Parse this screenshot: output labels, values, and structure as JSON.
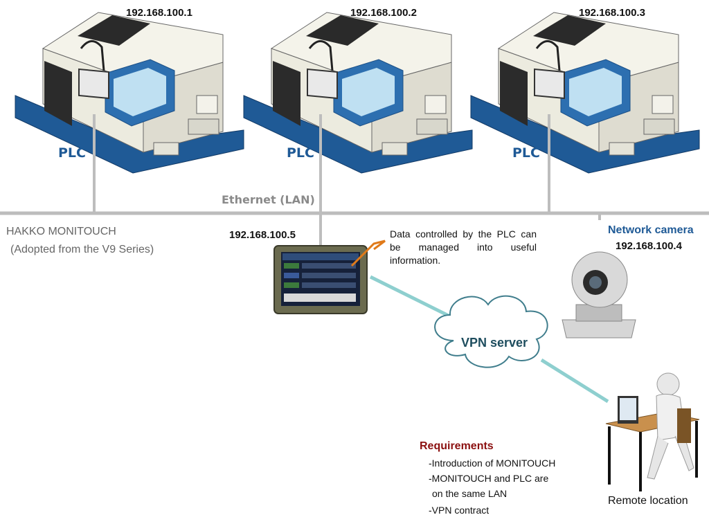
{
  "machines": [
    {
      "ip": "192.168.100.1",
      "tag": "PLC"
    },
    {
      "ip": "192.168.100.2",
      "tag": "PLC"
    },
    {
      "ip": "192.168.100.3",
      "tag": "PLC"
    }
  ],
  "network": {
    "ethernet_label": "Ethernet (LAN)"
  },
  "monitouch": {
    "ip": "192.168.100.5",
    "name_line1": "HAKKO MONITOUCH",
    "name_line2": "(Adopted from the V9 Series)",
    "note": "Data controlled by the PLC can be managed into useful information."
  },
  "camera": {
    "title": "Network camera",
    "ip": "192.168.100.4"
  },
  "vpn": {
    "label": "VPN server"
  },
  "requirements": {
    "title": "Requirements",
    "items": [
      "-Introduction of MONITOUCH",
      "-MONITOUCH and PLC are",
      "on the same LAN",
      "-VPN contract"
    ]
  },
  "remote": {
    "label": "Remote location"
  },
  "colors": {
    "lan": "#bdbdbd",
    "vpn_link": "#8ecfcf",
    "plc_text": "#1f5a96",
    "machine_body": "#ecebdf",
    "machine_base": "#1f5a96",
    "requirements_title": "#8b1010"
  }
}
